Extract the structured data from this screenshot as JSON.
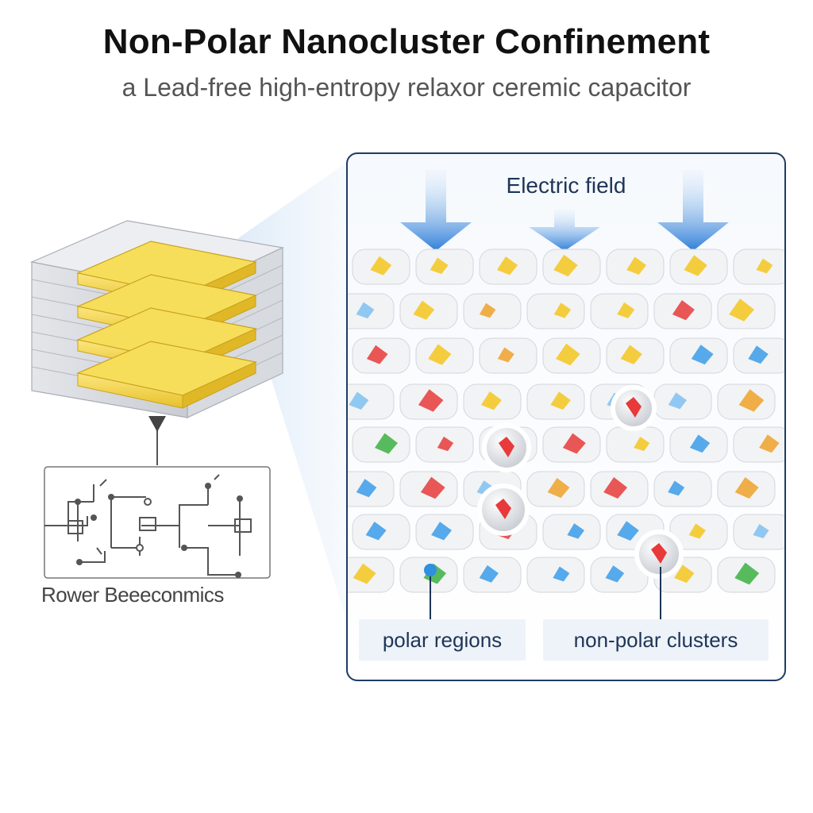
{
  "title": "Non-Polar Nanocluster Confinement",
  "subtitle": "a Lead-free high-entropy relaxor ceremic capacitor",
  "panel": {
    "field_label": "Electric field",
    "legend_polar": "polar regions",
    "legend_nonpolar": "non-polar clusters"
  },
  "circuit_label": "Rower Beeeconmics",
  "colors": {
    "panel_border": "#1f3b63",
    "arrow": "#2f7fd8",
    "electrode_gold": "#f2d23c",
    "polar_blue": "#3b9be8",
    "polar_red": "#e83a3a",
    "polar_yellow": "#f5c61d",
    "polar_green": "#3cb043"
  },
  "icons": [
    "down-arrow-icon",
    "capacitor-stack-icon",
    "circuit-diagram-icon"
  ]
}
